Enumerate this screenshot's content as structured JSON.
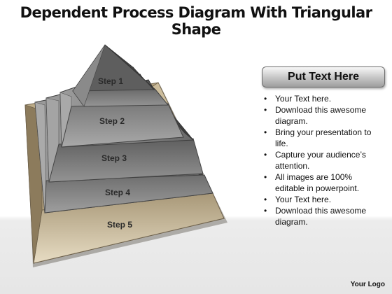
{
  "title": "Dependent Process Diagram With Triangular Shape",
  "steps": [
    "Step 1",
    "Step 2",
    "Step 3",
    "Step 4",
    "Step 5"
  ],
  "text_box": {
    "label": "Put Text Here"
  },
  "bullets": [
    "Your Text here.",
    "Download this awesome diagram.",
    "Bring your presentation to life.",
    "Capture your audience’s attention.",
    "All images are 100% editable in powerpoint.",
    "Your Text here.",
    "Download this awesome diagram."
  ],
  "logo": "Your Logo",
  "colors": {
    "base": "#c8b590",
    "layer": "#8e8e8e",
    "peak": "#6f6f6f"
  }
}
